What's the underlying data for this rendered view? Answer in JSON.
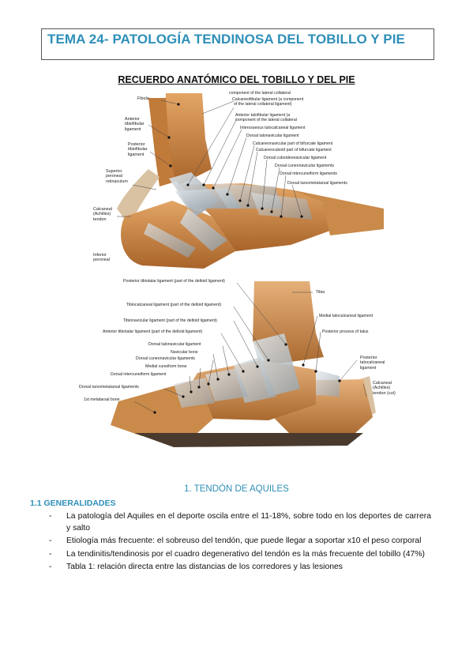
{
  "header": {
    "title": "TEMA 24- PATOLOGÍA TENDINOSA DEL TOBILLO Y PIE"
  },
  "anatomy": {
    "subtitle": "RECUERDO ANATÓMICO DEL TOBILLO Y DEL PIE"
  },
  "figure_top": {
    "labels_left": [
      "Fibula",
      "Anterior tibiofibular ligament",
      "Posterior tibiofibular ligament",
      "Superior peroneal retinaculum",
      "Calcaneal (Achilles) tendon",
      "Inferior peroneal"
    ],
    "labels_right": [
      "component of the lateral collateral",
      "Calcaneofibular ligament (a component",
      "of the lateral collateral ligament)",
      "Anterior talofibular ligament (a",
      "component of the lateral collateral",
      "Interosseous talocalcaneal ligament",
      "Dorsal talonavicular ligament",
      "Calcaneonavicular part of bifurcate ligament",
      "Calcaneocuboid part of bifurcate ligament",
      "Dorsal cuboideonavicular ligament",
      "Dorsal cuneonavicular ligaments",
      "Dorsal intercuneiform ligaments",
      "Dorsal tarsometatarsal ligaments"
    ]
  },
  "figure_bottom": {
    "labels_left": [
      "Posterior tibiotalar ligament (part of the deltoid ligament)",
      "Tibiocalcaneal ligament (part of the deltoid ligament)",
      "Tibionavicular ligament (part of the deltoid ligament)",
      "Anterior tibiotalar ligament (part of the deltoid ligament)",
      "Dorsal talonavicular ligament",
      "Navicular bone",
      "Dorsal cuneonavicular ligaments",
      "Medial cuneiform bone",
      "Dorsal intercuneiform ligament",
      "Dorsal tarsometatarsal ligaments",
      "1st metatarsal bone"
    ],
    "labels_right": [
      "Tibia",
      "Medial talocalcaneal ligament",
      "Posterior process of talus",
      "Posterior talocalcaneal ligament",
      "Calcaneal (Achilles) tendon (cut)"
    ]
  },
  "section": {
    "heading": "1.   TENDÓN DE AQUILES",
    "subheading": "1.1 GENERALIDADES",
    "bullets": [
      "La patología del Aquiles en el deporte oscila entre el 11-18%, sobre todo en los deportes de carrera y salto",
      "Etiología más frecuente: el sobreuso del tendón, que puede llegar a soportar x10 el peso corporal",
      "La tendinitis/tendinosis por el cuadro degenerativo del tendón es la más frecuente del tobillo (47%)",
      "Tabla 1: relación directa entre las distancias de los corredores y las lesiones"
    ]
  },
  "colors": {
    "accent": "#2e8fb8",
    "bone": "#c9823e",
    "ligament": "#b9c3c9"
  }
}
